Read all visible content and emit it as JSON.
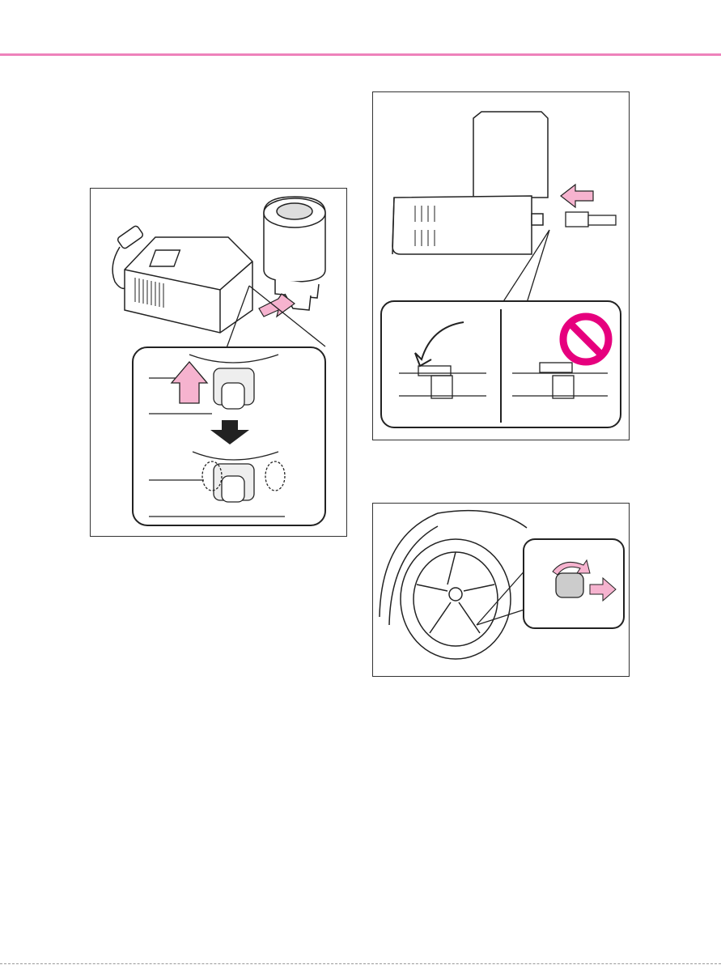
{
  "colors": {
    "header_rule": "#ee82bb",
    "arrow_pink": "#f6b3cf",
    "prohibit_magenta": "#e6007e",
    "line": "#222222"
  },
  "figures": [
    {
      "name": "compressor-bottle-attach",
      "icons": [
        "plug-icon",
        "compressor-icon",
        "sealant-bottle-icon",
        "push-arrow-icon",
        "up-arrow-icon",
        "down-arrow-icon"
      ]
    },
    {
      "name": "hose-connection",
      "icons": [
        "sealant-bottle-icon",
        "compressor-icon",
        "push-arrow-icon",
        "curved-arrow-icon",
        "prohibited-icon"
      ]
    },
    {
      "name": "valve-cap-removal",
      "icons": [
        "wheel-icon",
        "valve-cap-icon",
        "rotate-arrow-icon",
        "pull-arrow-icon"
      ]
    }
  ]
}
